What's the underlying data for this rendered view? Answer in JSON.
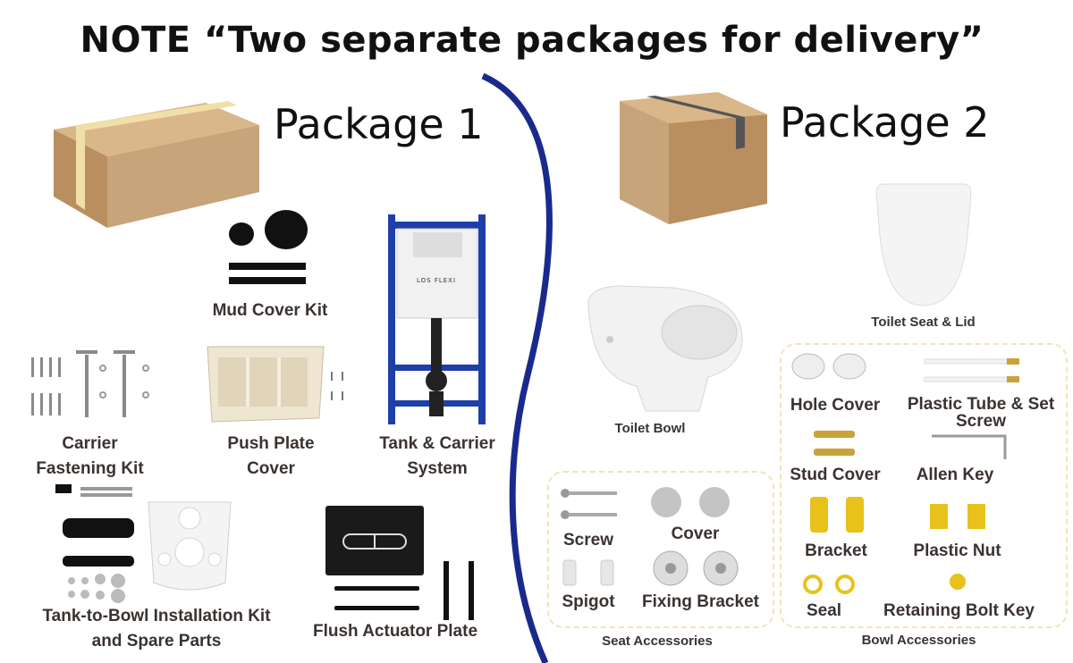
{
  "title": "NOTE   “Two separate packages for delivery”",
  "package1": {
    "heading": "Package 1",
    "items": {
      "mud_cover": "Mud Cover Kit",
      "carrier_fastening": "Carrier\nFastening Kit",
      "push_plate_cover": "Push Plate\nCover",
      "tank_carrier": "Tank & Carrier\nSystem",
      "tank_to_bowl": "Tank-to-Bowl Installation Kit\nand Spare Parts",
      "flush_plate": "Flush Actuator Plate"
    },
    "carrier_brand": "LOS FLEXI"
  },
  "package2": {
    "heading": "Package 2",
    "items": {
      "seat_lid": "Toilet Seat & Lid",
      "toilet_bowl": "Toilet Bowl"
    },
    "seat_accessories": {
      "caption": "Seat Accessories",
      "screw": "Screw",
      "cover": "Cover",
      "spigot": "Spigot",
      "fixing_bracket": "Fixing Bracket"
    },
    "bowl_accessories": {
      "caption": "Bowl Accessories",
      "hole_cover": "Hole Cover",
      "plastic_tube": "Plastic Tube & Set\nScrew",
      "stud_cover": "Stud Cover",
      "allen_key": "Allen Key",
      "bracket": "Bracket",
      "plastic_nut": "Plastic Nut",
      "seal": "Seal",
      "retaining_bolt_key": "Retaining Bolt Key"
    }
  },
  "colors": {
    "divider": "#1a2a8c",
    "box": "#c8a47a",
    "carrier_frame": "#1e3fa8",
    "dashed_border": "#f3e3b8",
    "brass": "#c9a23a",
    "yellow": "#e8c21a"
  }
}
